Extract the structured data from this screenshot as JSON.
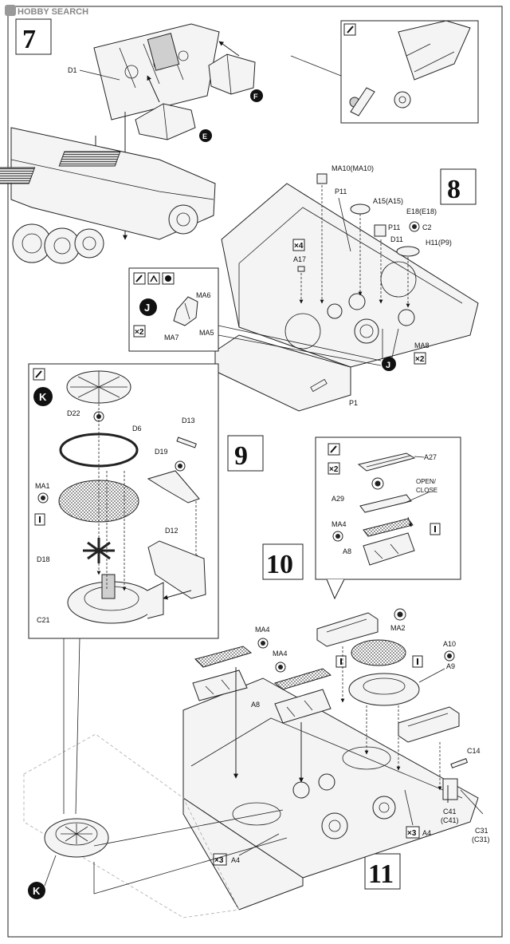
{
  "watermark": "HOBBY SEARCH",
  "steps": {
    "s7": "7",
    "s8": "8",
    "s9": "9",
    "s10": "10",
    "s11": "11"
  },
  "markers": {
    "E": "E",
    "F": "F",
    "J": "J",
    "K": "K"
  },
  "step7_labels": {
    "d1": "D1"
  },
  "step8_labels": {
    "ma10": "MA10(MA10)",
    "p11a": "P11",
    "a15": "A15(A15)",
    "e18": "E18(E18)",
    "p11b": "P11",
    "c2": "C2",
    "d11": "D11",
    "h11": "H11(P9)",
    "a17": "A17",
    "ma8": "MA8",
    "p1": "P1",
    "ma6": "MA6",
    "ma7": "MA7",
    "ma5": "MA5"
  },
  "step9_labels": {
    "d22": "D22",
    "d6": "D6",
    "d13": "D13",
    "d19": "D19",
    "ma1": "MA1",
    "d12": "D12",
    "d18": "D18",
    "c21": "C21"
  },
  "step10_labels": {
    "a27": "A27",
    "open": "OPEN/",
    "close": "CLOSE",
    "a29": "A29",
    "ma4": "MA4",
    "a8": "A8"
  },
  "step11_labels": {
    "ma4a": "MA4",
    "ma4b": "MA4",
    "ma2": "MA2",
    "a10": "A10",
    "a9": "A9",
    "a8": "A8",
    "c14": "C14",
    "a4a": "A4",
    "a4b": "A4",
    "c41": "C41",
    "c41b": "(C41)",
    "c31": "C31",
    "c31b": "(C31)"
  },
  "multipliers": {
    "x4": "×4",
    "x2a": "×2",
    "x2b": "×2",
    "x2c": "×2",
    "x3a": "×3",
    "x3b": "×3"
  }
}
